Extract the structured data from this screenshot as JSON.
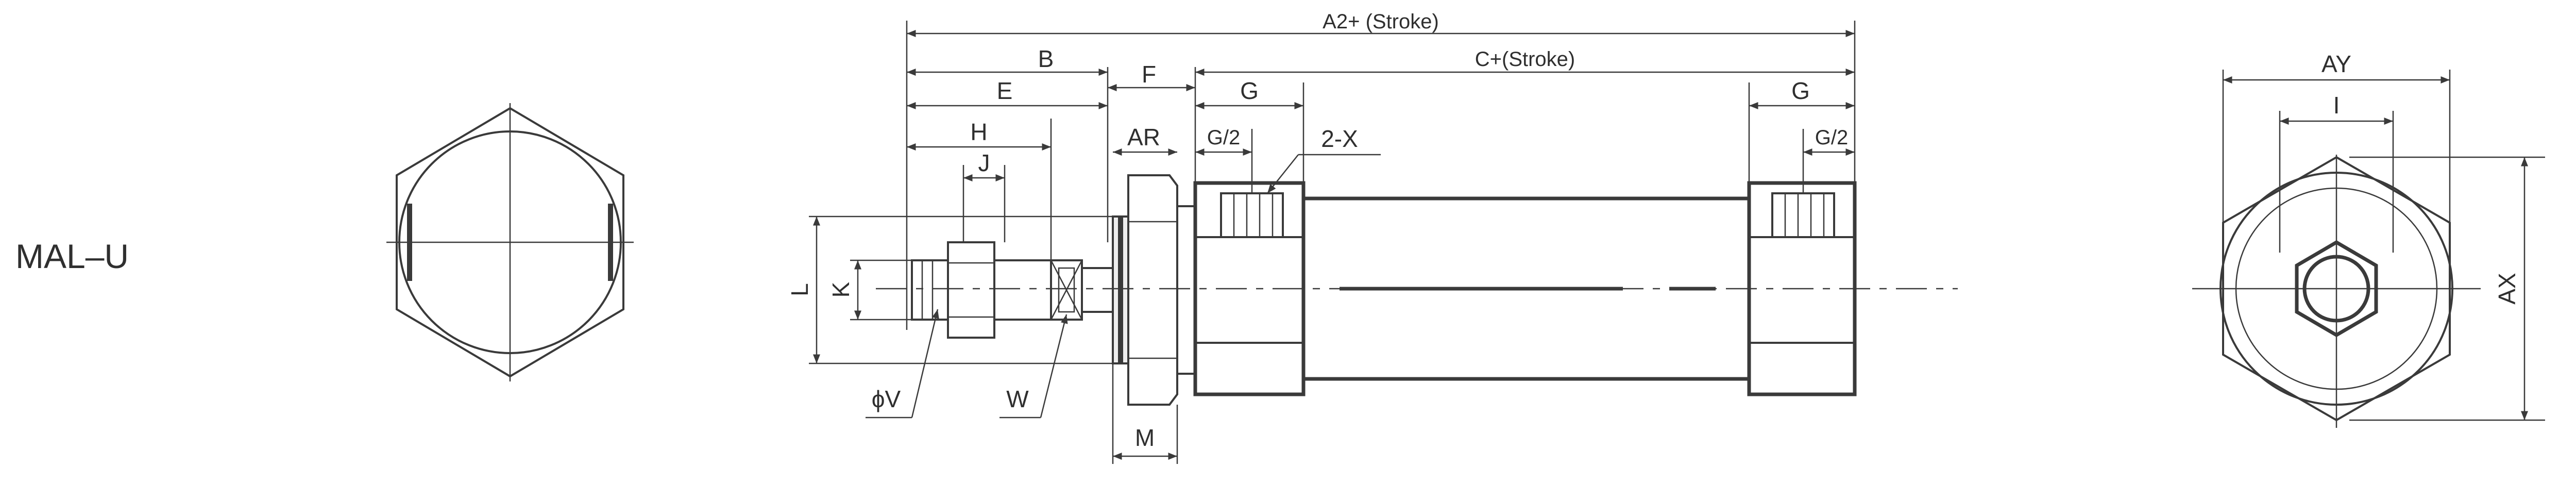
{
  "title": "MAL–U",
  "dimensions": {
    "a2_stroke": "A2+ (Stroke)",
    "b": "B",
    "e": "E",
    "f": "F",
    "g_left": "G",
    "c_stroke": "C+(Stroke)",
    "g_right": "G",
    "h": "H",
    "j": "J",
    "ar": "AR",
    "g_half_left": "G/2",
    "two_x": "2-X",
    "g_half_right": "G/2",
    "l": "L",
    "k": "K",
    "phi_v": "ϕV",
    "w": "W",
    "m": "M",
    "ay": "AY",
    "i": "I",
    "ax": "AX"
  },
  "colors": {
    "line": "#3a3a3a",
    "text": "#2f2f2f",
    "background": "#ffffff"
  }
}
